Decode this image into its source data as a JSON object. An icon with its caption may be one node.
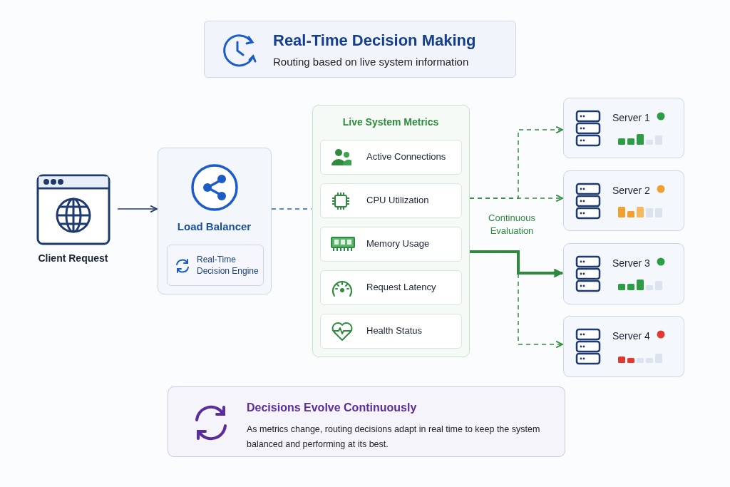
{
  "diagram": {
    "nodes": [
      {
        "text": [
          "Real-Time Decision Making",
          "Routing based on live system information"
        ]
      },
      {
        "text": [
          "Client Request"
        ]
      },
      {
        "text": [
          "Load Balancer"
        ]
      },
      {
        "text": [
          "Real-Time Decision Engine"
        ],
        "in": 2
      },
      {
        "text": [
          "Live System Metrics"
        ]
      },
      {
        "text": [
          "Active Connections"
        ],
        "in": 4
      },
      {
        "text": [
          "CPU Utilization"
        ],
        "in": 4
      },
      {
        "text": [
          "Memory Usage"
        ],
        "in": 4
      },
      {
        "text": [
          "Request Latency"
        ],
        "in": 4
      },
      {
        "text": [
          "Health Status"
        ],
        "in": 4
      },
      {
        "text": [
          "Server 1"
        ]
      },
      {
        "text": [
          "Server 2"
        ]
      },
      {
        "text": [
          "Server 3"
        ]
      },
      {
        "text": [
          "Server 4"
        ]
      },
      {
        "text": [
          "Decisions Evolve Continuously",
          "As metrics change, routing decisions adapt in real time to keep the system balanced and performing at its best."
        ]
      }
    ],
    "edges": [
      {
        "from": 1,
        "to": 2,
        "arrow": "to",
        "color": "#1f3a6e"
      },
      {
        "from": 2,
        "to": 4,
        "arrow": "none",
        "style": "dashed",
        "color": "#2a5db0"
      },
      {
        "from": 4,
        "to": 10,
        "arrow": "to",
        "style": "dashed"
      },
      {
        "from": 4,
        "to": 11,
        "arrow": "to",
        "style": "dashed"
      },
      {
        "from": 4,
        "to": 12,
        "arrow": "to",
        "style": "thick"
      },
      {
        "from": 4,
        "to": 13,
        "arrow": "to",
        "style": "dashed"
      }
    ],
    "labels": [
      "Continuous Evaluation"
    ]
  }
}
